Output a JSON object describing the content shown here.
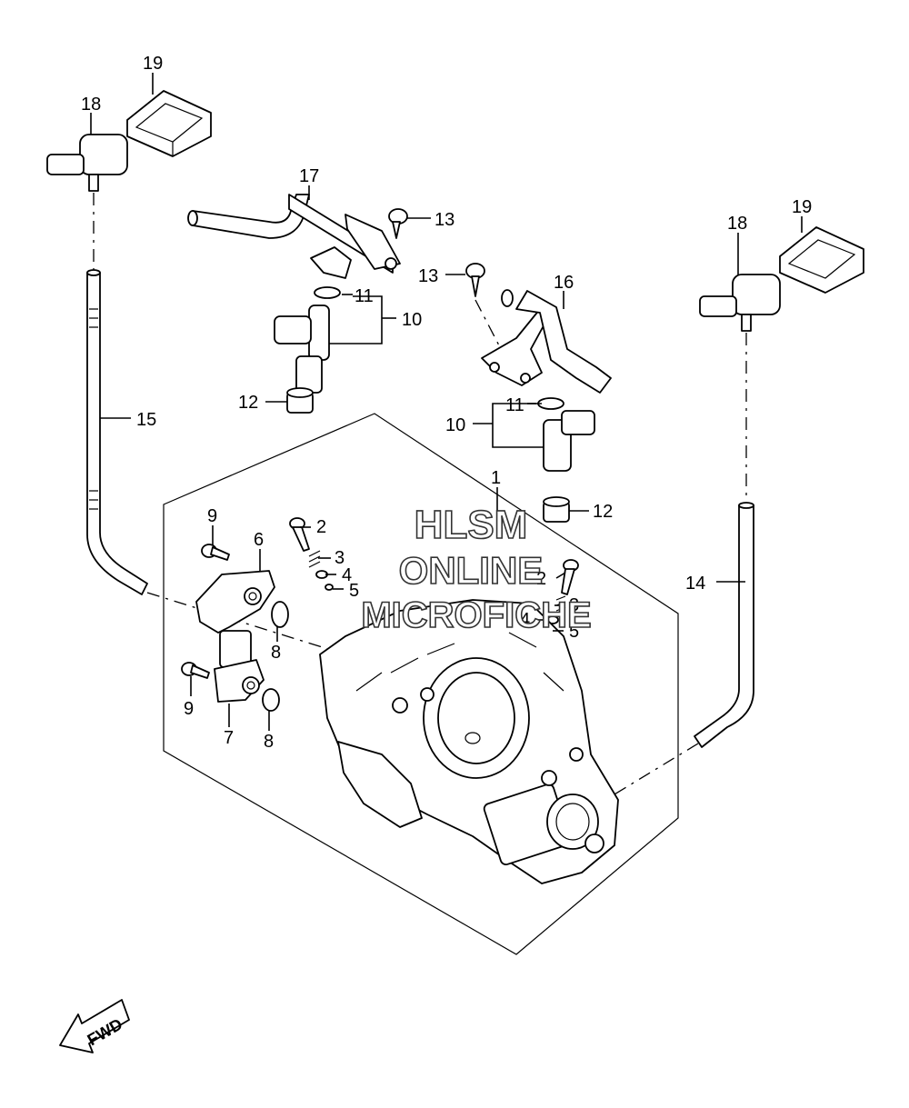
{
  "watermark": {
    "line1": "HLSM",
    "line2": "ONLINE",
    "line3": "MICROFICHE"
  },
  "fwd_label": "FWD",
  "callouts": [
    {
      "id": "c1",
      "text": "1"
    },
    {
      "id": "c2a",
      "text": "2"
    },
    {
      "id": "c2b",
      "text": "2"
    },
    {
      "id": "c3a",
      "text": "3"
    },
    {
      "id": "c3b",
      "text": "3"
    },
    {
      "id": "c4a",
      "text": "4"
    },
    {
      "id": "c4b",
      "text": "4"
    },
    {
      "id": "c5a",
      "text": "5"
    },
    {
      "id": "c5b",
      "text": "5"
    },
    {
      "id": "c6",
      "text": "6"
    },
    {
      "id": "c7",
      "text": "7"
    },
    {
      "id": "c8a",
      "text": "8"
    },
    {
      "id": "c8b",
      "text": "8"
    },
    {
      "id": "c9a",
      "text": "9"
    },
    {
      "id": "c9b",
      "text": "9"
    },
    {
      "id": "c10a",
      "text": "10"
    },
    {
      "id": "c10b",
      "text": "10"
    },
    {
      "id": "c11a",
      "text": "11"
    },
    {
      "id": "c11b",
      "text": "11"
    },
    {
      "id": "c12a",
      "text": "12"
    },
    {
      "id": "c12b",
      "text": "12"
    },
    {
      "id": "c13a",
      "text": "13"
    },
    {
      "id": "c13b",
      "text": "13"
    },
    {
      "id": "c14",
      "text": "14"
    },
    {
      "id": "c15",
      "text": "15"
    },
    {
      "id": "c16",
      "text": "16"
    },
    {
      "id": "c17",
      "text": "17"
    },
    {
      "id": "c18a",
      "text": "18"
    },
    {
      "id": "c18b",
      "text": "18"
    },
    {
      "id": "c19a",
      "text": "19"
    },
    {
      "id": "c19b",
      "text": "19"
    }
  ]
}
